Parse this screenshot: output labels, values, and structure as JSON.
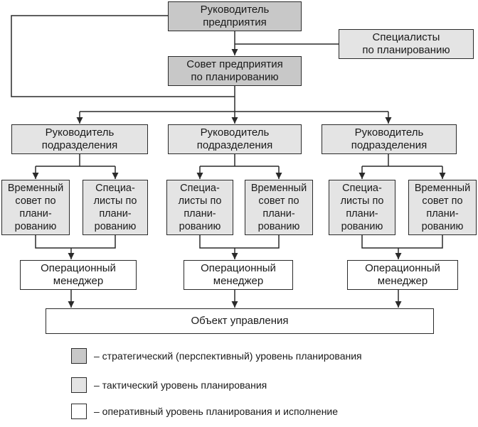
{
  "colors": {
    "strategic": "#c8c8c8",
    "tactical": "#e4e4e4",
    "operative": "#ffffff",
    "line": "#2a2a2a"
  },
  "top": {
    "head": "Руководитель\nпредприятия",
    "planning_specialists": "Специалисты\nпо планированию",
    "planning_council": "Совет предприятия\nпо планированию"
  },
  "divisions": [
    {
      "head": "Руководитель\nподразделения",
      "left": "Временный\nсовет по\nплани-\nрованию",
      "right": "Специа-\nлисты по\nплани-\nрованию",
      "manager": "Операционный\nменеджер"
    },
    {
      "head": "Руководитель\nподразделения",
      "left": "Специа-\nлисты по\nплани-\nрованию",
      "right": "Временный\nсовет по\nплани-\nрованию",
      "manager": "Операционный\nменеджер"
    },
    {
      "head": "Руководитель\nподразделения",
      "left": "Специа-\nлисты по\nплани-\nрованию",
      "right": "Временный\nсовет по\nплани-\nрованию",
      "manager": "Операционный\nменеджер"
    }
  ],
  "control_object": "Объект управления",
  "legend": [
    {
      "level": "strategic",
      "text": "– стратегический (перспективный) уровень планирования"
    },
    {
      "level": "tactical",
      "text": "– тактический уровень планирования"
    },
    {
      "level": "operative",
      "text": "– оперативный уровень планирования и исполнение"
    }
  ]
}
